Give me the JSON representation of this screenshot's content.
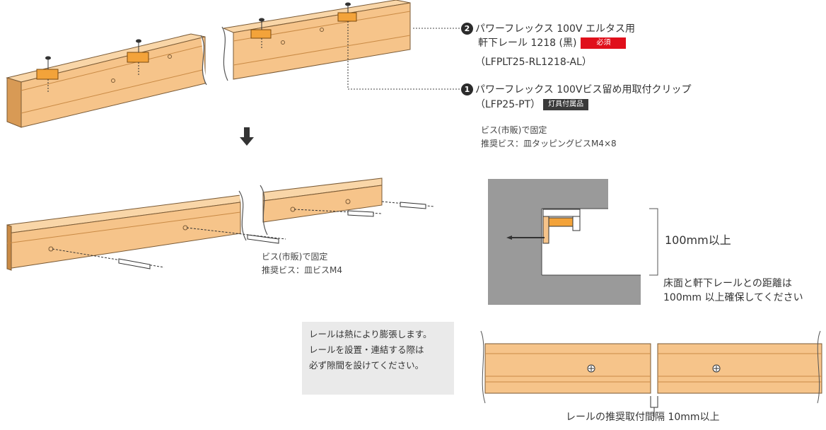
{
  "callouts": {
    "c2": {
      "number": "2",
      "line1": "パワーフレックス 100V エルタス用",
      "line2": "軒下レール 1218 (黒)",
      "badge": "必須",
      "code": "（LFPLT25-RL1218-AL）"
    },
    "c1": {
      "number": "1",
      "line1": "パワーフレックス 100Vビス留め用取付クリップ",
      "line2": "（LFP25-PT）",
      "badge": "灯具付属品"
    }
  },
  "step1_note": {
    "line1": "ビス(市販)で固定",
    "line2": "推奨ビス：皿タッピングビスM4×8"
  },
  "step2_note": {
    "line1": "ビス(市販)で固定",
    "line2": "推奨ビス：皿ビスM4"
  },
  "section": {
    "height_label": "100mm以上",
    "desc_line1": "床面と軒下レールとの距離は",
    "desc_line2": "100mm 以上確保してください"
  },
  "expansion_note": {
    "line1": "レールは熱により膨張します。",
    "line2": "レールを設置・連結する際は",
    "line3": "必ず隙間を設けてください。"
  },
  "gap_label": "レールの推奨取付間隔 10mm以上",
  "colors": {
    "rail_face": "#f6c48a",
    "rail_top": "#f9d6a8",
    "rail_dark": "#c98a45",
    "clip": "#f3a33a",
    "wall": "#9a9a9a",
    "badge_required": "#e00f1b"
  }
}
